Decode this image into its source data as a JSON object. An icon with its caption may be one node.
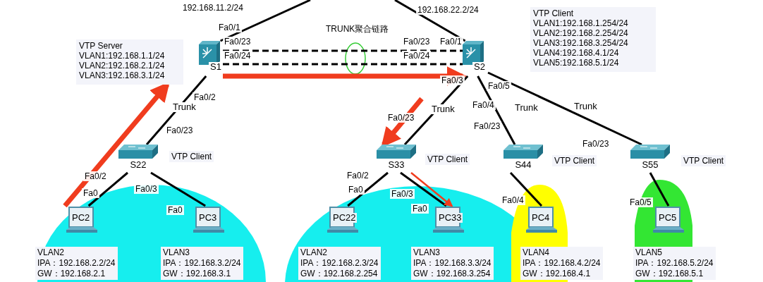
{
  "diagram": {
    "nodes": [
      {
        "text": [
          "S1"
        ]
      },
      {
        "text": [
          "S2"
        ]
      },
      {
        "text": [
          "S22"
        ],
        "beside": [
          "VTP Client"
        ]
      },
      {
        "text": [
          "S33"
        ],
        "beside": [
          "VTP Client"
        ]
      },
      {
        "text": [
          "S44"
        ],
        "beside": [
          "VTP Client"
        ]
      },
      {
        "text": [
          "S55"
        ],
        "beside": [
          "VTP Client"
        ]
      },
      {
        "text": [
          "PC2"
        ],
        "beside": [
          "VLAN2",
          "IPA：192.168.2.2/24",
          "GW：192.168.2.1"
        ]
      },
      {
        "text": [
          "PC3"
        ],
        "beside": [
          "VLAN3",
          "IPA：192.168.3.2/24",
          "GW：192.168.3.1"
        ]
      },
      {
        "text": [
          "PC22"
        ],
        "beside": [
          "VLAN2",
          "IPA：192.168.2.3/24",
          "GW：192.168.2.254"
        ]
      },
      {
        "text": [
          "PC33"
        ],
        "beside": [
          "VLAN3",
          "IPA：192.168.3.3/24",
          "GW：192.168.3.254"
        ]
      },
      {
        "text": [
          "PC4"
        ],
        "beside": [
          "VLAN4",
          "IPA：192.168.4.2/24",
          "GW：192.168.4.1"
        ]
      },
      {
        "text": [
          "PC5"
        ],
        "beside": [
          "VLAN5",
          "IPA：192.168.5.2/24",
          "GW：192.168.5.1"
        ]
      },
      {
        "text": [
          "VTP Server",
          "VLAN1:192.168.1.1/24",
          "VLAN2:192.168.2.1/24",
          "VLAN3:192.168.3.1/24"
        ]
      },
      {
        "text": [
          "VTP Client",
          "VLAN1:192.168.1.254/24",
          "VLAN2:192.168.2.254/24",
          "VLAN3:192.168.3.254/24",
          "VLAN4:192.168.4.1/24",
          "VLAN5:192.168.5.1/24"
        ]
      }
    ],
    "edges": [
      {
        "from": null,
        "to": 0,
        "arrow": "none"
      },
      {
        "from": null,
        "to": 1,
        "arrow": "none"
      },
      {
        "from": 0,
        "to": 1,
        "arrow": "none",
        "style": "dashed"
      },
      {
        "from": 0,
        "to": 1,
        "arrow": "none",
        "style": "dashed"
      },
      {
        "from": 0,
        "to": 2,
        "arrow": "none",
        "label": "Trunk"
      },
      {
        "from": 1,
        "to": 3,
        "arrow": "none",
        "label": "Trunk"
      },
      {
        "from": 1,
        "to": 4,
        "arrow": "none",
        "label": "Trunk"
      },
      {
        "from": 1,
        "to": 5,
        "arrow": "none",
        "label": "Trunk"
      },
      {
        "from": 2,
        "to": 6,
        "arrow": "none"
      },
      {
        "from": 2,
        "to": 7,
        "arrow": "none"
      },
      {
        "from": 3,
        "to": 8,
        "arrow": "none"
      },
      {
        "from": 3,
        "to": 9,
        "arrow": "none"
      },
      {
        "from": 4,
        "to": 10,
        "arrow": "none"
      },
      {
        "from": 5,
        "to": 11,
        "arrow": "none"
      },
      {
        "from": 6,
        "to": 12,
        "arrow": "to",
        "style": "thick",
        "color": "#f03c1e"
      },
      {
        "from": 0,
        "to": 1,
        "arrow": "to",
        "style": "thick",
        "color": "#f03c1e"
      },
      {
        "from": null,
        "to": 3,
        "arrow": "to",
        "style": "thick",
        "color": "#f03c1e"
      },
      {
        "from": 3,
        "to": 9,
        "arrow": "to",
        "color": "#f03c1e"
      }
    ],
    "labels": [
      "192.168.11.2/24",
      "Fa0/1",
      "Fa0/23",
      "Fa0/24",
      "TRUNK聚合链路",
      "192.168.22.2/24",
      "Fa0/23",
      "Fa0/1",
      "Fa0/24",
      "Fa0/3",
      "Fa0/2",
      "Fa0/5",
      "Fa0/4",
      "Fa0/23",
      "Fa0/23",
      "Fa0/23",
      "Fa0/23",
      "Fa0/2",
      "Fa0",
      "Fa0/3",
      "Fa0/2",
      "Fa0",
      "Fa0/3",
      "Fa0",
      "Fa0",
      "Fa0/4",
      "Fa0/5"
    ]
  }
}
